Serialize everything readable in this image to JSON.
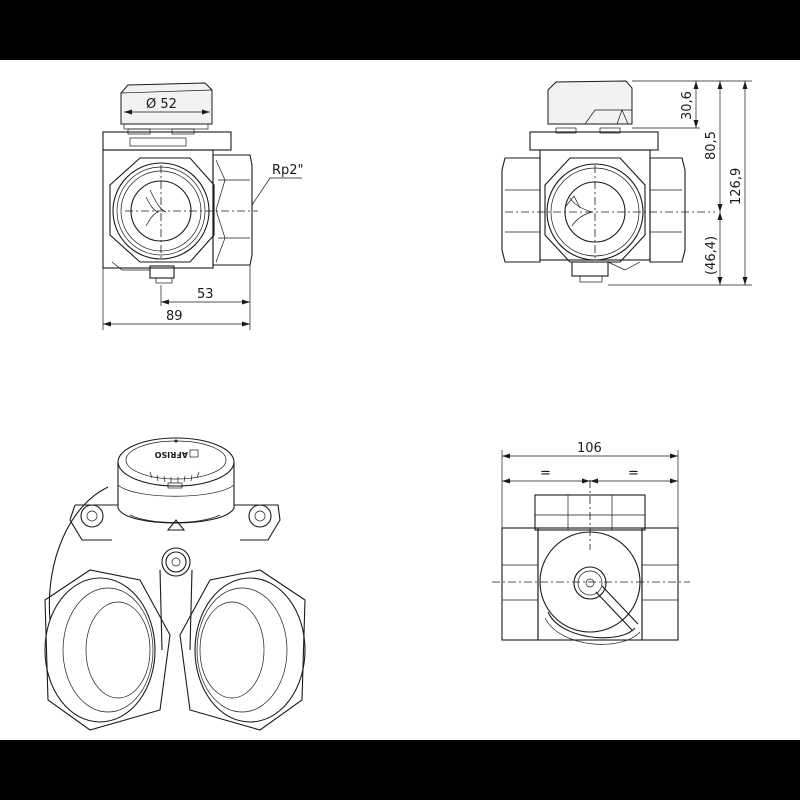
{
  "drawing": {
    "subject": "three-way rotary mixing valve with actuator",
    "background": "#ffffff",
    "line_color": "#1a1a1a",
    "frame_color": "#000000"
  },
  "views": {
    "front": {
      "actuator_diameter": "Ø 52",
      "thread_label": "Rp2\"",
      "dim_port_offset": "53",
      "dim_overall_width": "89"
    },
    "side": {
      "dim_actuator_height": "30,6",
      "dim_top_to_axis": "80,5",
      "dim_overall_height": "126,9",
      "dim_axis_to_bottom": "(46,4)"
    },
    "isometric": {
      "brand_logo": "AFRISO"
    },
    "bottom": {
      "dim_overall_length": "106",
      "dim_half_left": "=",
      "dim_half_right": "="
    }
  }
}
